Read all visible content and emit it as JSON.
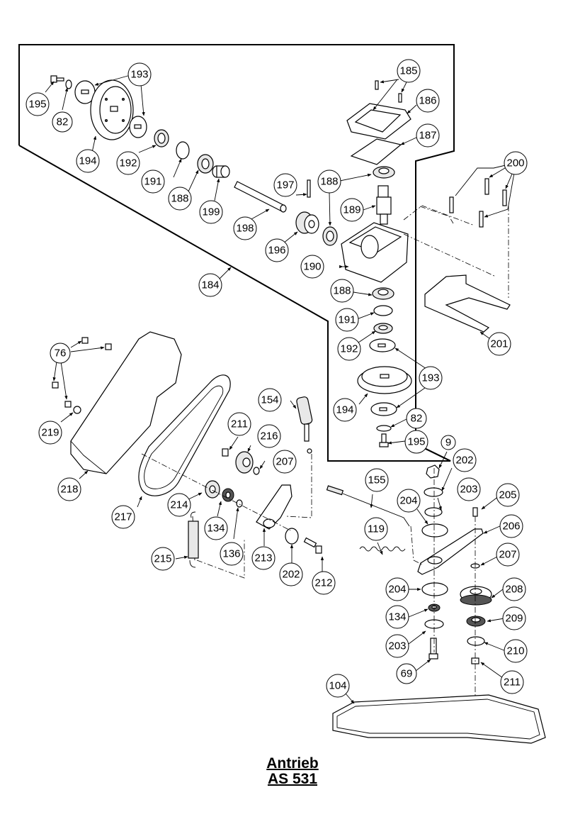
{
  "title": {
    "line1": "Antrieb",
    "line2": "AS 531"
  },
  "callouts": [
    {
      "id": "c185a",
      "label": "185"
    },
    {
      "id": "c186",
      "label": "186"
    },
    {
      "id": "c187",
      "label": "187"
    },
    {
      "id": "c188a",
      "label": "188"
    },
    {
      "id": "c188b",
      "label": "188"
    },
    {
      "id": "c188c",
      "label": "188"
    },
    {
      "id": "c189",
      "label": "189"
    },
    {
      "id": "c190",
      "label": "190"
    },
    {
      "id": "c191a",
      "label": "191"
    },
    {
      "id": "c191b",
      "label": "191"
    },
    {
      "id": "c192a",
      "label": "192"
    },
    {
      "id": "c192b",
      "label": "192"
    },
    {
      "id": "c193a",
      "label": "193"
    },
    {
      "id": "c193b",
      "label": "193"
    },
    {
      "id": "c194a",
      "label": "194"
    },
    {
      "id": "c194b",
      "label": "194"
    },
    {
      "id": "c195a",
      "label": "195"
    },
    {
      "id": "c195b",
      "label": "195"
    },
    {
      "id": "c82a",
      "label": "82"
    },
    {
      "id": "c82b",
      "label": "82"
    },
    {
      "id": "c196",
      "label": "196"
    },
    {
      "id": "c197",
      "label": "197"
    },
    {
      "id": "c198",
      "label": "198"
    },
    {
      "id": "c199",
      "label": "199"
    },
    {
      "id": "c184",
      "label": "184"
    },
    {
      "id": "c200",
      "label": "200"
    },
    {
      "id": "c201",
      "label": "201"
    },
    {
      "id": "c76",
      "label": "76"
    },
    {
      "id": "c219",
      "label": "219"
    },
    {
      "id": "c218",
      "label": "218"
    },
    {
      "id": "c217",
      "label": "217"
    },
    {
      "id": "c154",
      "label": "154"
    },
    {
      "id": "c211a",
      "label": "211"
    },
    {
      "id": "c216",
      "label": "216"
    },
    {
      "id": "c207a",
      "label": "207"
    },
    {
      "id": "c214",
      "label": "214"
    },
    {
      "id": "c134a",
      "label": "134"
    },
    {
      "id": "c136",
      "label": "136"
    },
    {
      "id": "c213",
      "label": "213"
    },
    {
      "id": "c215",
      "label": "215"
    },
    {
      "id": "c202a",
      "label": "202"
    },
    {
      "id": "c212",
      "label": "212"
    },
    {
      "id": "c9",
      "label": "9"
    },
    {
      "id": "c202b",
      "label": "202"
    },
    {
      "id": "c155",
      "label": "155"
    },
    {
      "id": "c204a",
      "label": "204"
    },
    {
      "id": "c203a",
      "label": "203"
    },
    {
      "id": "c205",
      "label": "205"
    },
    {
      "id": "c206",
      "label": "206"
    },
    {
      "id": "c119",
      "label": "119"
    },
    {
      "id": "c207b",
      "label": "207"
    },
    {
      "id": "c204b",
      "label": "204"
    },
    {
      "id": "c208",
      "label": "208"
    },
    {
      "id": "c134b",
      "label": "134"
    },
    {
      "id": "c209",
      "label": "209"
    },
    {
      "id": "c203b",
      "label": "203"
    },
    {
      "id": "c210",
      "label": "210"
    },
    {
      "id": "c69",
      "label": "69"
    },
    {
      "id": "c211b",
      "label": "211"
    },
    {
      "id": "c104",
      "label": "104"
    }
  ]
}
